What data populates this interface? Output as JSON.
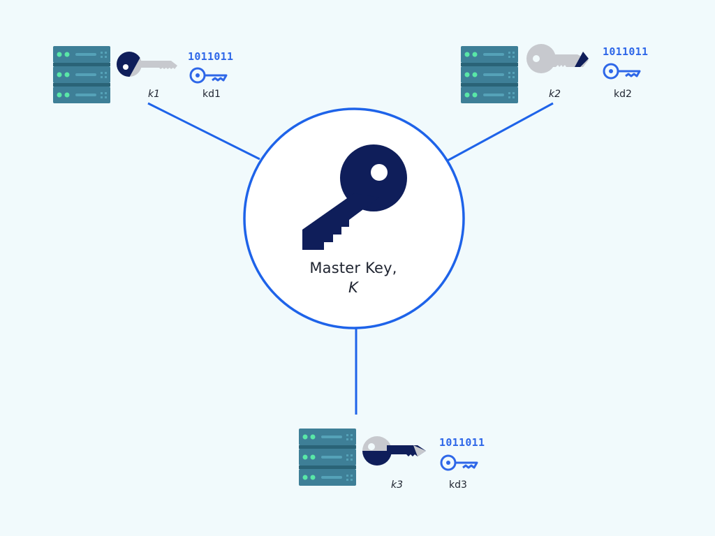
{
  "master_key": {
    "line1": "Master Key,",
    "line2": "K",
    "icon": "key-icon",
    "color": "#0f1e5a"
  },
  "nodes": [
    {
      "id": "node-1",
      "share_label": "k1",
      "derived_label": "kd1",
      "binary": "1011011"
    },
    {
      "id": "node-2",
      "share_label": "k2",
      "derived_label": "kd2",
      "binary": "1011011"
    },
    {
      "id": "node-3",
      "share_label": "k3",
      "derived_label": "kd3",
      "binary": "1011011"
    }
  ],
  "colors": {
    "background": "#f1fafc",
    "accent": "#1e63e9",
    "server": "#3e7f97",
    "server_light": "#55a2b8",
    "server_dot": "#59e7a7",
    "key_gray": "#c7c9ce",
    "key_dark": "#0f1e5a"
  }
}
